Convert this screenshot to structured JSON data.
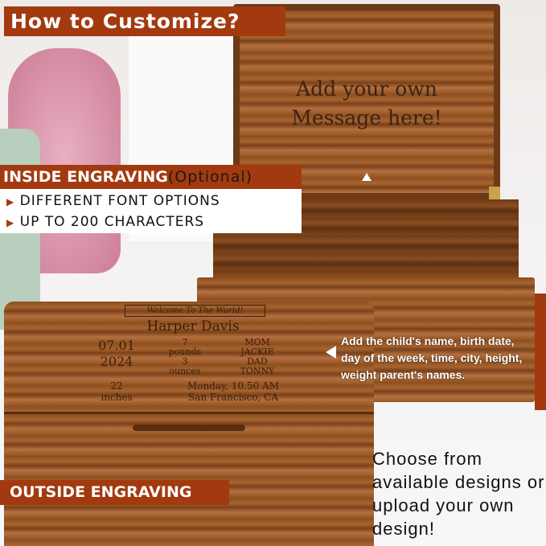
{
  "title": "How to Customize?",
  "inside": {
    "heading": "INSIDE ENGRAVING",
    "optional": "(Optional)",
    "bullets": [
      "DIFFERENT FONT OPTIONS",
      "UP TO 200 CHARACTERS"
    ]
  },
  "lid_message": [
    "Add your own",
    "Message here!"
  ],
  "outside": {
    "heading": "OUTSIDE ENGRAVING"
  },
  "note": "Add the child's name, birth date, day of the week, time, city, height, weight parent's names.",
  "cta": "Choose from available designs or upload your own design!",
  "engraving": {
    "welcome": "Welcome To The World!",
    "name": "Harper Davis",
    "date": "07.01",
    "year": "2024",
    "pounds": "7",
    "pounds_label": "pounds",
    "ounces": "3",
    "ounces_label": "ounces",
    "mom": "MOM",
    "mom_name": "JACKIE",
    "dad": "DAD",
    "dad_name": "TONNY",
    "height": "22",
    "height_label": "inches",
    "day_time": "Monday, 10.50 AM",
    "city": "San Francisco, CA"
  },
  "colors": {
    "banner": "#a33a0f"
  }
}
